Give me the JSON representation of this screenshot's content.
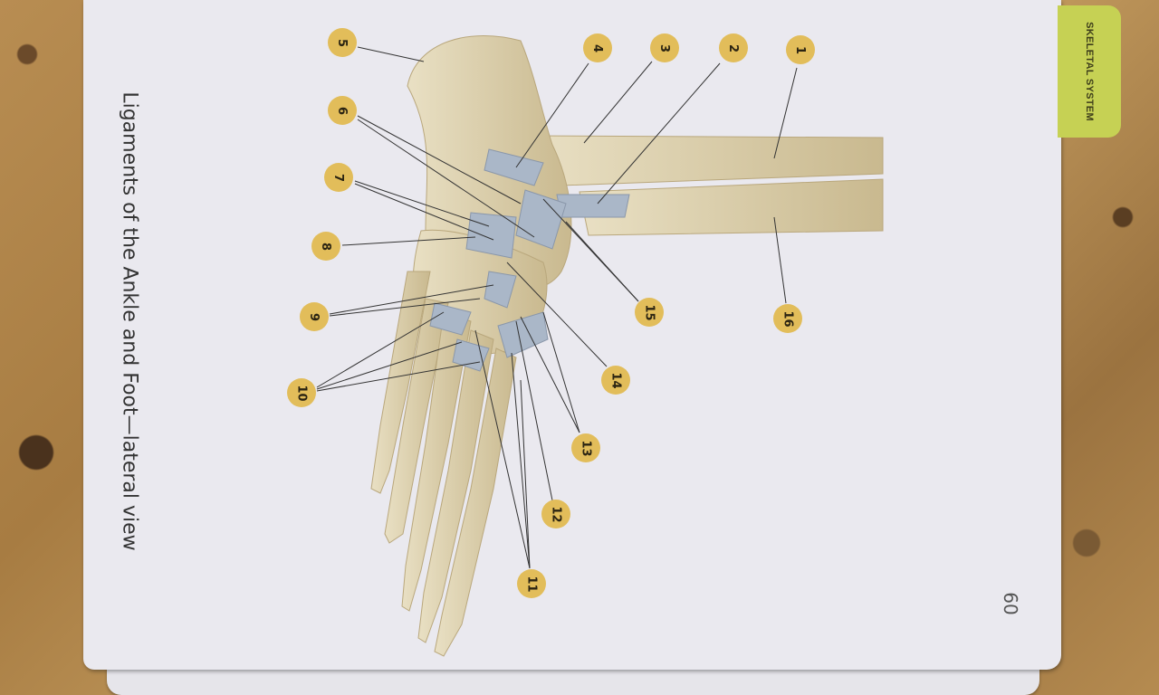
{
  "card": {
    "tab_label": "SKELETAL SYSTEM",
    "title": "Ligaments of the Ankle and Foot—lateral view",
    "page_number": "60"
  },
  "callouts": [
    "1",
    "2",
    "3",
    "4",
    "5",
    "6",
    "7",
    "8",
    "9",
    "10",
    "11",
    "12",
    "13",
    "14",
    "15",
    "16"
  ],
  "colors": {
    "card": "#eae9ef",
    "tab": "#c6d154",
    "callout_badge": "#e2bd5a",
    "bone": "#ddd2b2",
    "ligament": "#aab7c8"
  }
}
